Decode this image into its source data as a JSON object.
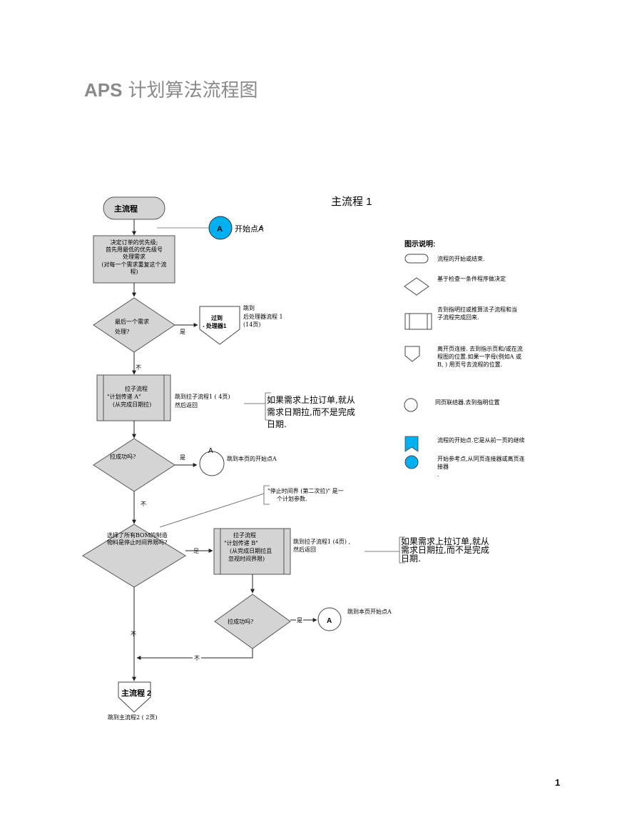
{
  "title": {
    "latin": "APS",
    "chinese": "计划算法流程图"
  },
  "page_number": "1",
  "main": {
    "section_title": "主流程 1",
    "start_label": "主流程",
    "connector_a": "A",
    "start_point_label": "开始点A",
    "process1": [
      "决定订单的优先级;",
      "首先用最低的优先级号",
      "处理需求",
      "(对每一个需求重复这个流",
      "程)"
    ],
    "decision1": [
      "最后一个需求",
      "处理?"
    ],
    "yes": "是",
    "no": "不",
    "offpage1": [
      "过到",
      "- 处理器1"
    ],
    "offpage1_note": [
      "跳到",
      "后处理器流程 1",
      "(14页)"
    ],
    "pull_a": [
      "拉子流程",
      "\"计划传递 A\"",
      "(从完成日期拉)"
    ],
    "pull_a_note": [
      "跳到拉子流程1 ( 4页)",
      "然后返回"
    ],
    "callout1": [
      "如果需求上拉订单,就从",
      "需求日期拉,而不是完成",
      "日期."
    ],
    "decision2": "拉成功吗?",
    "jump_a_note": "跳到本页的开始点A",
    "stop_note": [
      "\"停止时间界 (第二次拉)\" 是一",
      "个计划参数."
    ],
    "decision3": [
      "选择了所有BOM的制造",
      "物料是停止时间界限吗?"
    ],
    "pull_b": [
      "拉子流程",
      "\"计划传递 B\"",
      "(从完成日期拉且",
      "忽视时间界限)"
    ],
    "pull_b_note": [
      "跳到拉子流程1 (4页) ,",
      "然后返回"
    ],
    "callout2": [
      "如果需求上拉订单,就从",
      "需求日期拉,而不是完成",
      "日期."
    ],
    "decision4": "拉成功吗?",
    "jump_a_note2": "跳到本页开始点A",
    "offpage2": "主流程 2",
    "offpage2_note": "跳到主流程2 ( 2页)"
  },
  "legend": {
    "title": "图示说明:",
    "items": [
      {
        "shape": "terminator",
        "text": [
          "流程的开始或结束."
        ]
      },
      {
        "shape": "decision",
        "text": [
          "基于检查一条件程序做决定"
        ]
      },
      {
        "shape": "subprocess",
        "text": [
          "去到指明拉或推算法子流程和当",
          "子流程完成回来."
        ]
      },
      {
        "shape": "offpage",
        "text": [
          "离开页连接. 去到指示页和/或在流",
          "程图的位置.如果一字母(例如A  或",
          "B, ) 用页号去流程的位置."
        ]
      },
      {
        "shape": "connector",
        "text": [
          "同页联结器.去到指明位置"
        ]
      },
      {
        "shape": "flag",
        "text": [
          "流程的开始点.它是从前一页的继续"
        ]
      },
      {
        "shape": "reference",
        "text": [
          "开始参考点,从同页连接器或离页连",
          "接器",
          "."
        ]
      }
    ]
  },
  "colors": {
    "process_fill": "#d4d4d4",
    "cyan": "#00b0f0",
    "title_gray": "#8a8a8a",
    "line": "#444444"
  }
}
